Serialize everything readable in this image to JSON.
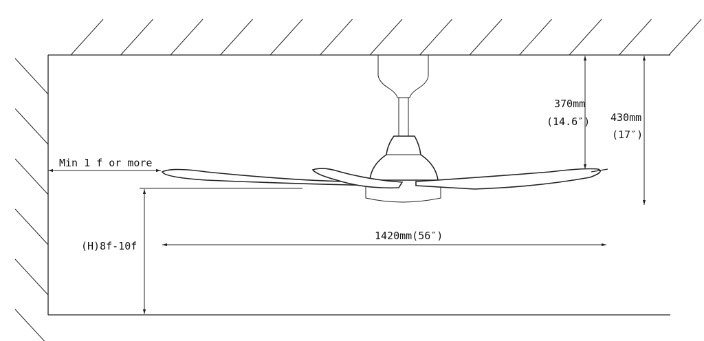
{
  "labels": {
    "clearance_side": "Min 1 f or more",
    "downrod_height_mm": "370mm",
    "downrod_height_in": "(14.6″)",
    "total_height_mm": "430mm",
    "total_height_in": "(17″)",
    "mount_height": "(H)8f-10f",
    "blade_span": "1420mm(56″)"
  }
}
